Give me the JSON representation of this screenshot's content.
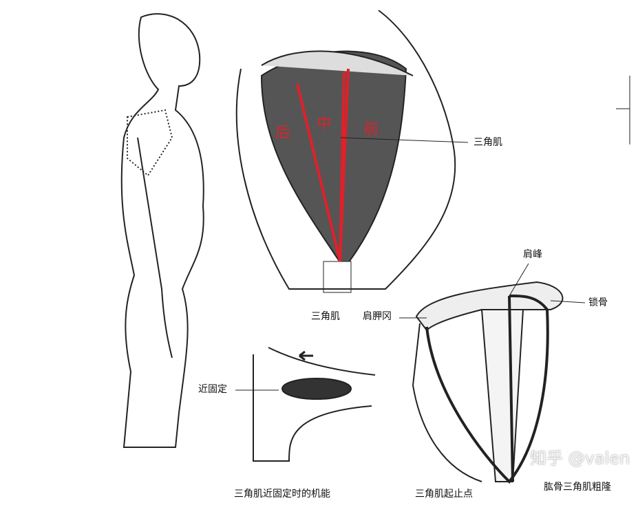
{
  "labels": {
    "rear": "后",
    "middle": "中",
    "front": "前",
    "deltoid_callout": "三角肌",
    "deltoid_caption": "三角肌",
    "acromion": "肩峰",
    "clavicle": "锁骨",
    "scapular_spine": "肩胛冈",
    "proximal_fixation": "近固定",
    "caption_function": "三角肌近固定时的机能",
    "caption_origin_insertion": "三角肌起止点",
    "deltoid_tuberosity": "肱骨三角肌粗隆"
  },
  "watermark": "知乎 @valen",
  "colors": {
    "line_accent": "#e0202a",
    "muscle": "#555555"
  }
}
